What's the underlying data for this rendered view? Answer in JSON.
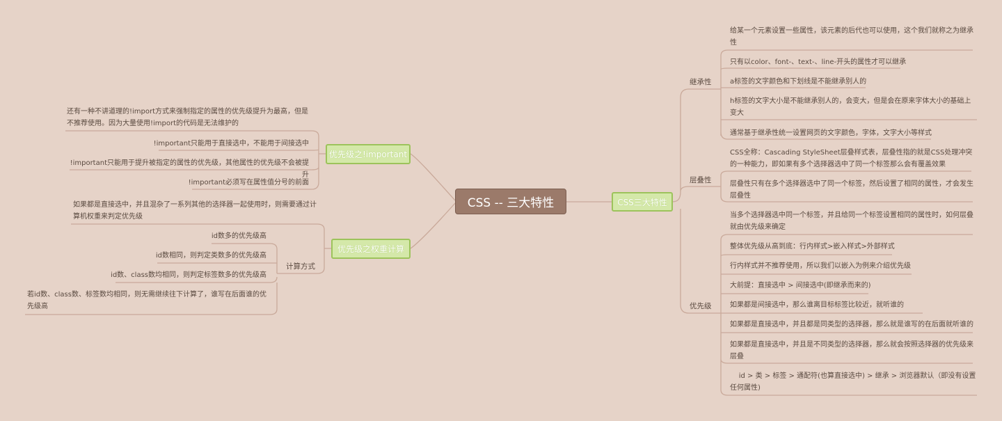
{
  "root": "CSS  -- 三大特性",
  "right": {
    "branch": "CSS三大特性",
    "categories": {
      "inherit": {
        "label": "继承性",
        "items": [
          "给某一个元素设置一些属性，该元素的后代也可以使用，这个我们就称之为继承性",
          "只有以color、font-、text-、line-开头的属性才可以继承",
          "a标签的文字颜色和下划线是不能继承别人的",
          "h标签的文字大小是不能继承别人的，会变大，但是会在原来字体大小的基础上变大",
          "通常基于继承性统一设置网页的文字颜色，字体，文字大小等样式"
        ]
      },
      "cascade": {
        "label": "层叠性",
        "items": [
          "CSS全称：Cascading StyleSheet层叠样式表，层叠性指的就是CSS处理冲突的一种能力，即如果有多个选择器选中了同一个标签那么会有覆盖效果",
          "层叠性只有在多个选择器选中了同一个标签，然后设置了相同的属性，才会发生层叠性"
        ]
      },
      "priority": {
        "label": "优先级",
        "items": [
          "当多个选择器选中同一个标签，并且给同一个标签设置相同的属性时，如何层叠就由优先级来确定",
          "整体优先级从高到底：行内样式>嵌入样式>外部样式",
          "行内样式并不推荐使用，所以我们以嵌入为例来介绍优先级",
          "大前提：直接选中 > 间接选中(即继承而来的)",
          "如果都是间接选中，那么谁离目标标签比较近，就听谁的",
          "如果都是直接选中，并且都是同类型的选择器，那么就是谁写的在后面就听谁的",
          "如果都是直接选中，并且是不同类型的选择器，那么就会按照选择器的优先级来层叠",
          "    id > 类 > 标签 > 通配符(也算直接选中) > 继承 > 浏览器默认（即没有设置任何属性)"
        ]
      }
    }
  },
  "left": {
    "important": {
      "branch": "优先级之!important",
      "items": [
        "还有一种不讲道理的!import方式来强制指定的属性的优先级提升为最高，但是不推荐使用。因为大量使用!import的代码是无法维护的",
        "!important只能用于直接选中，不能用于间接选中",
        "!important只能用于提升被指定的属性的优先级，其他属性的优先级不会被提升",
        "!important必须写在属性值分号的前面"
      ]
    },
    "weight": {
      "branch": "优先级之权重计算",
      "intro": "如果都是直接选中，并且混杂了一系列其他的选择器一起使用时，则需要通过计算机权重来判定优先级",
      "method": {
        "label": "计算方式",
        "items": [
          "id数多的优先级高",
          "id数相同，则判定类数多的优先级高",
          "id数、class数均相同，则判定标签数多的优先级高",
          "若id数、class数、标签数均相同，则无需继续往下计算了，谁写在后面谁的优先级高"
        ]
      }
    }
  }
}
